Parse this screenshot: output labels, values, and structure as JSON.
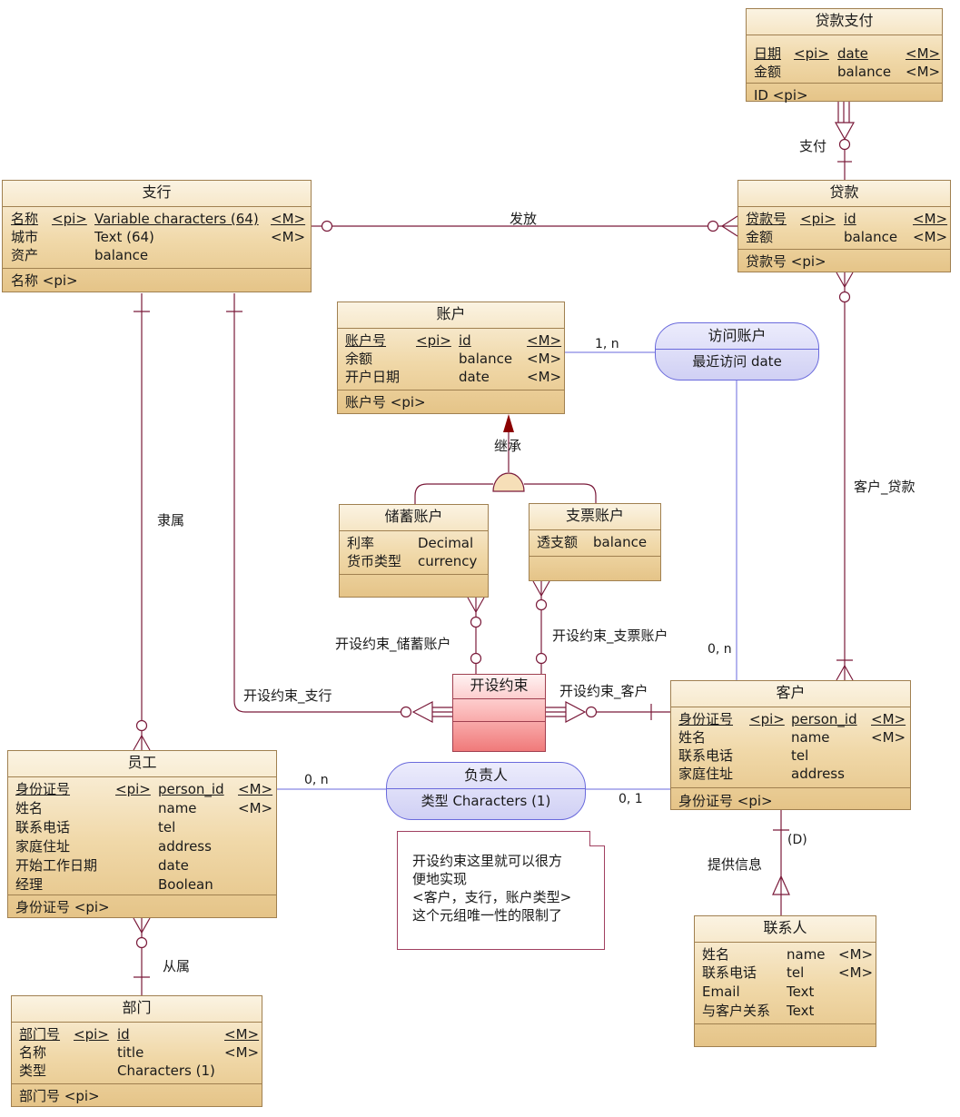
{
  "entities": {
    "loan_payment": {
      "title": "贷款支付",
      "attrs": [
        [
          "日期",
          "<pi>",
          "date",
          "<M>"
        ],
        [
          "金额",
          "",
          "balance",
          "<M>"
        ]
      ],
      "key": "ID   <pi>"
    },
    "branch": {
      "title": "支行",
      "attrs": [
        [
          "名称",
          "<pi>",
          "Variable characters (64)",
          "<M>"
        ],
        [
          "城市",
          "",
          "Text (64)",
          "<M>"
        ],
        [
          "资产",
          "",
          "balance",
          ""
        ]
      ],
      "key": "名称   <pi>"
    },
    "loan": {
      "title": "贷款",
      "attrs": [
        [
          "贷款号",
          "<pi>",
          "id",
          "<M>"
        ],
        [
          "金额",
          "",
          "balance",
          "<M>"
        ]
      ],
      "key": "贷款号   <pi>"
    },
    "account": {
      "title": "账户",
      "attrs": [
        [
          "账户号",
          "<pi>",
          "id",
          "<M>"
        ],
        [
          "余额",
          "",
          "balance",
          "<M>"
        ],
        [
          "开户日期",
          "",
          "date",
          "<M>"
        ]
      ],
      "key": "账户号   <pi>"
    },
    "savings": {
      "title": "储蓄账户",
      "attrs": [
        [
          "利率",
          "",
          "Decimal",
          ""
        ],
        [
          "货币类型",
          "",
          "currency",
          ""
        ]
      ],
      "key": ""
    },
    "checking": {
      "title": "支票账户",
      "attrs": [
        [
          "透支额",
          "",
          "balance",
          ""
        ]
      ],
      "key": ""
    },
    "customer": {
      "title": "客户",
      "attrs": [
        [
          "身份证号",
          "<pi>",
          "person_id",
          "<M>"
        ],
        [
          "姓名",
          "",
          "name",
          "<M>"
        ],
        [
          "联系电话",
          "",
          "tel",
          ""
        ],
        [
          "家庭住址",
          "",
          "address",
          ""
        ]
      ],
      "key": "身份证号   <pi>"
    },
    "employee": {
      "title": "员工",
      "attrs": [
        [
          "身份证号",
          "<pi>",
          "person_id",
          "<M>"
        ],
        [
          "姓名",
          "",
          "name",
          "<M>"
        ],
        [
          "联系电话",
          "",
          "tel",
          ""
        ],
        [
          "家庭住址",
          "",
          "address",
          ""
        ],
        [
          "开始工作日期",
          "",
          "date",
          ""
        ],
        [
          "经理",
          "",
          "Boolean",
          ""
        ]
      ],
      "key": "身份证号   <pi>"
    },
    "department": {
      "title": "部门",
      "attrs": [
        [
          "部门号",
          "<pi>",
          "id",
          "<M>"
        ],
        [
          "名称",
          "",
          "title",
          "<M>"
        ],
        [
          "类型",
          "",
          "Characters (1)",
          ""
        ]
      ],
      "key": "部门号   <pi>"
    },
    "contact": {
      "title": "联系人",
      "attrs": [
        [
          "姓名",
          "",
          "name",
          "<M>"
        ],
        [
          "联系电话",
          "",
          "tel",
          "<M>"
        ],
        [
          "Email",
          "",
          "Text",
          ""
        ],
        [
          "与客户关系",
          "",
          "Text",
          ""
        ]
      ],
      "key": ""
    }
  },
  "associations": {
    "visit": {
      "title": "访问账户",
      "body": "最近访问  date"
    },
    "manager": {
      "title": "负责人",
      "body": "类型  Characters (1)"
    }
  },
  "relationship": {
    "title": "开设约束"
  },
  "labels": {
    "pay": "支付",
    "issue": "发放",
    "inherit": "继承",
    "cust_loan": "客户_贷款",
    "belong": "隶属",
    "subordinate": "从属",
    "provide": "提供信息",
    "dep": "(D)",
    "open_savings": "开设约束_储蓄账户",
    "open_checking": "开设约束_支票账户",
    "open_branch": "开设约束_支行",
    "open_customer": "开设约束_客户",
    "card_1n": "1, n",
    "card_0n_a": "0, n",
    "card_0n_b": "0, n",
    "card_01": "0, 1"
  },
  "note": {
    "text": "开设约束这里就可以很方\n便地实现\n<客户，支行，账户类型>\n这个元组唯一性的限制了"
  },
  "colors": {
    "entity_border": "#a08050",
    "assoc_border": "#6a6adc",
    "link": "#7a1a3a",
    "assoc_link": "#6a6adc",
    "inherit_arrow": "#8b0000"
  }
}
